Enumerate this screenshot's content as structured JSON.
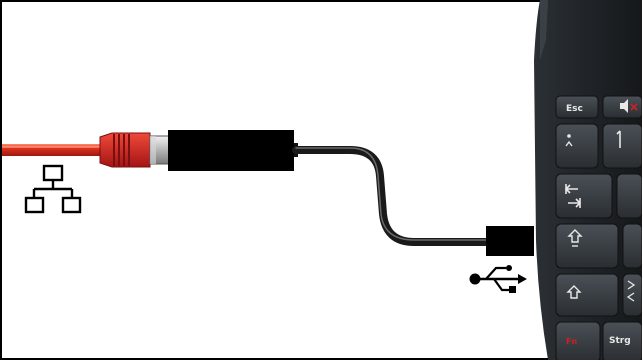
{
  "figure": {
    "keys": {
      "esc": "Esc",
      "strg": "Strg",
      "fn": "Fn"
    }
  },
  "colors": {
    "ethernet_cable": "#e0301e",
    "rj45_connector": "#cc1f1f",
    "adapter_body": "#000000",
    "usb_cable": "#262626",
    "laptop_body": "#1e2226",
    "key_cap": "#33383d",
    "frame": "#000000"
  },
  "icons": {
    "network": "network-icon",
    "usb": "usb-icon"
  }
}
